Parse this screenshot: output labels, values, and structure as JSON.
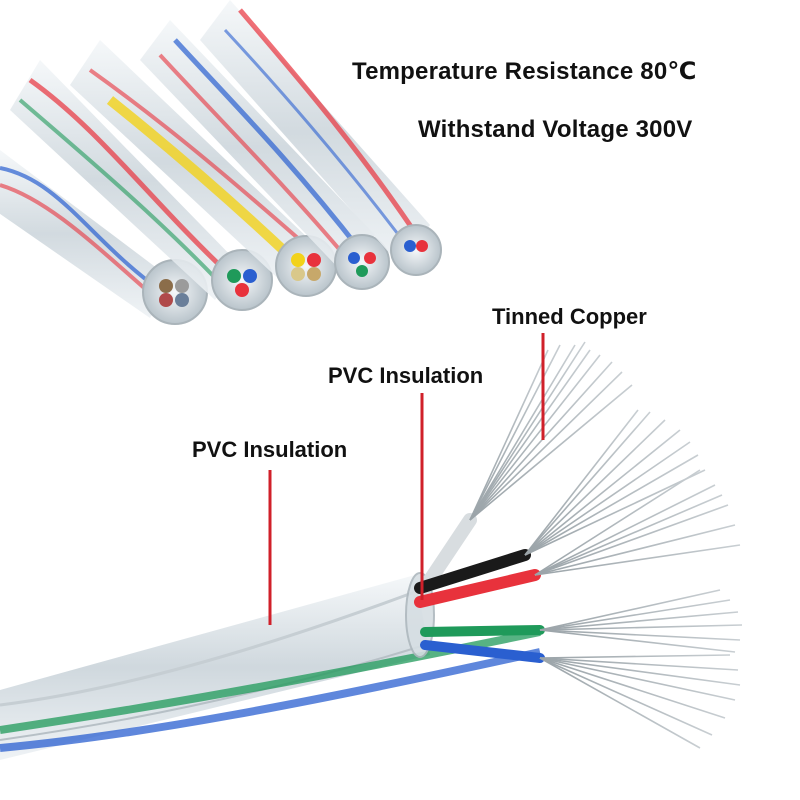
{
  "specs": {
    "temperature": "Temperature Resistance 80℃",
    "voltage": "Withstand Voltage 300V"
  },
  "callouts": {
    "tinned_copper": "Tinned Copper",
    "pvc_inner": "PVC Insulation",
    "pvc_outer": "PVC Insulation"
  },
  "colors": {
    "leader_line": "#d0202a",
    "wire_red": "#e8323c",
    "wire_blue": "#2a5fd0",
    "wire_green": "#1f9a5a",
    "wire_black": "#1a1a1a",
    "wire_yellow": "#f2d21a",
    "sheath": "#dfe6ea"
  }
}
